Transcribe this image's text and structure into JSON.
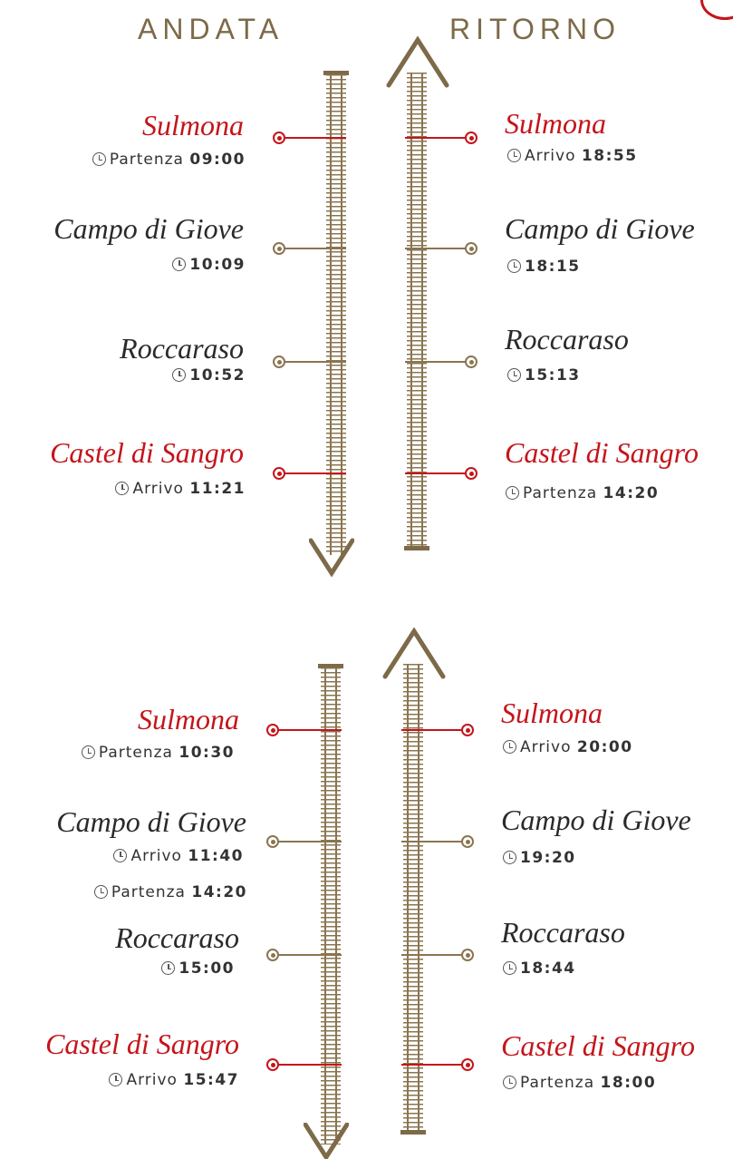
{
  "headers": {
    "andata": "ANDATA",
    "ritorno": "RITORNO"
  },
  "colors": {
    "accent_red": "#c4151b",
    "track_brown": "#8a7550",
    "text": "#333333"
  },
  "icons": {
    "stop_time": "clock-icon",
    "stop_marker": "target-dot-icon"
  },
  "labels": {
    "partenza": "Partenza",
    "arrivo": "Arrivo"
  },
  "top": {
    "andata": [
      {
        "name": "Sulmona",
        "label": "Partenza",
        "time": "09:00"
      },
      {
        "name": "Campo di Giove",
        "label": "",
        "time": "10:09"
      },
      {
        "name": "Roccaraso",
        "label": "",
        "time": "10:52"
      },
      {
        "name": "Castel di Sangro",
        "label": "Arrivo",
        "time": "11:21"
      }
    ],
    "ritorno": [
      {
        "name": "Sulmona",
        "label": "Arrivo",
        "time": "18:55"
      },
      {
        "name": "Campo di Giove",
        "label": "",
        "time": "18:15"
      },
      {
        "name": "Roccaraso",
        "label": "",
        "time": "15:13"
      },
      {
        "name": "Castel di Sangro",
        "label": "Partenza",
        "time": "14:20"
      }
    ]
  },
  "bottom": {
    "andata": [
      {
        "name": "Sulmona",
        "label": "Partenza",
        "time": "10:30"
      },
      {
        "name": "Campo di Giove",
        "label": "Arrivo",
        "time": "11:40",
        "label2": "Partenza",
        "time2": "14:20"
      },
      {
        "name": "Roccaraso",
        "label": "",
        "time": "15:00"
      },
      {
        "name": "Castel di Sangro",
        "label": "Arrivo",
        "time": "15:47"
      }
    ],
    "ritorno": [
      {
        "name": "Sulmona",
        "label": "Arrivo",
        "time": "20:00"
      },
      {
        "name": "Campo di Giove",
        "label": "",
        "time": "19:20"
      },
      {
        "name": "Roccaraso",
        "label": "",
        "time": "18:44"
      },
      {
        "name": "Castel di Sangro",
        "label": "Partenza",
        "time": "18:00"
      }
    ]
  }
}
